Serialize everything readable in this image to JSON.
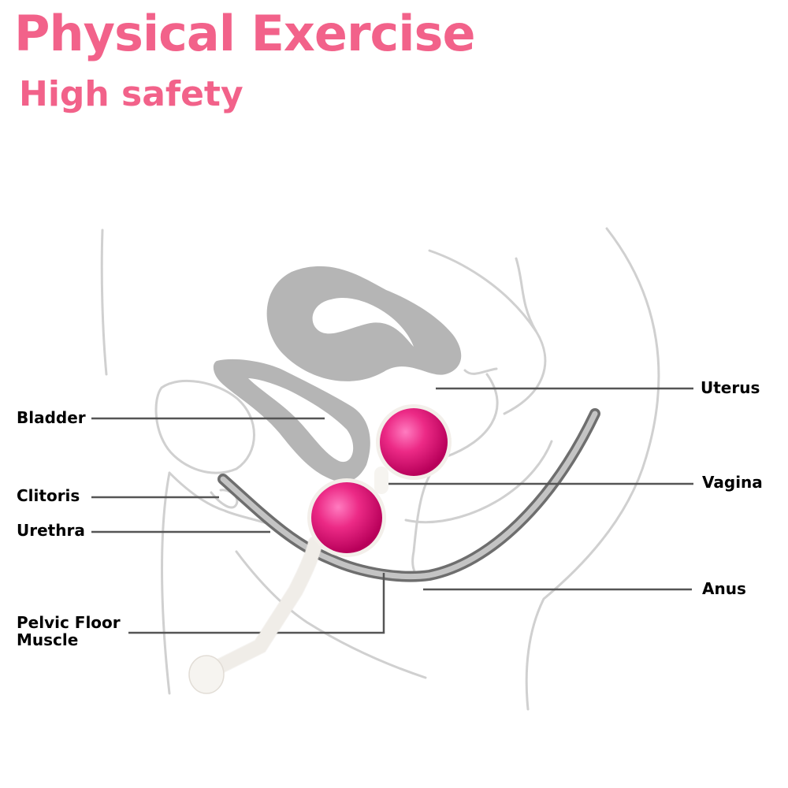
{
  "header": {
    "title": "Physical Exercise",
    "subtitle": "High safety",
    "accent_color": "#f2628a"
  },
  "labels": {
    "uterus": "Uterus",
    "bladder": "Bladder",
    "vagina": "Vagina",
    "clitoris": "Clitoris",
    "urethra": "Urethra",
    "anus": "Anus",
    "pelvic_floor_muscle": "Pelvic Floor Muscle"
  },
  "colors": {
    "outline": "#cfcfcf",
    "organ_fill": "#b5b5b5",
    "muscle_band": "#7f7f7f",
    "leader_line": "#555555",
    "ball_pink": "#e8207e",
    "stick_white": "#f6f4f0"
  }
}
